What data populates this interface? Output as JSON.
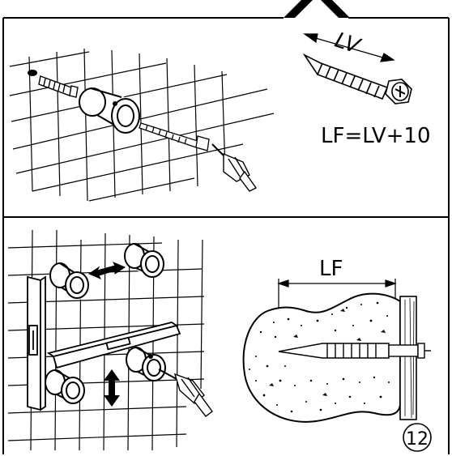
{
  "labels": {
    "lv_handwritten": "LV",
    "formula": "LF=LV+10",
    "lf": "LF",
    "step_number": "12"
  },
  "colors": {
    "ink": "#000000",
    "paper": "#ffffff",
    "concrete_speckle": "#000000"
  },
  "icons": {
    "screw": "hex-head-screw-icon",
    "anchor": "wall-plug-anchor-icon",
    "screwdriver": "screwdriver-icon",
    "spirit_level": "spirit-level-icon",
    "adjust_arrow": "double-arrow-icon"
  }
}
